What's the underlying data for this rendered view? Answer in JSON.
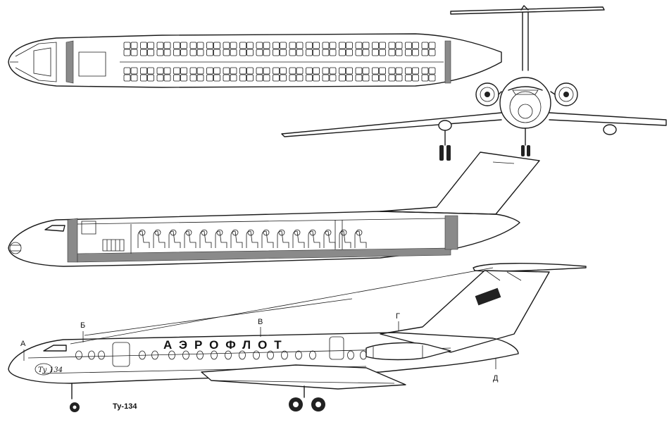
{
  "diagram": {
    "caption": "Ту-134",
    "livery_text": "АЭРОФЛОТ",
    "nose_logo_text": "Ту",
    "nose_logo_number": "134",
    "section_labels": [
      {
        "id": "a",
        "text": "А"
      },
      {
        "id": "b",
        "text": "Б"
      },
      {
        "id": "v",
        "text": "В"
      },
      {
        "id": "g",
        "text": "Г"
      },
      {
        "id": "d",
        "text": "Д"
      }
    ]
  }
}
